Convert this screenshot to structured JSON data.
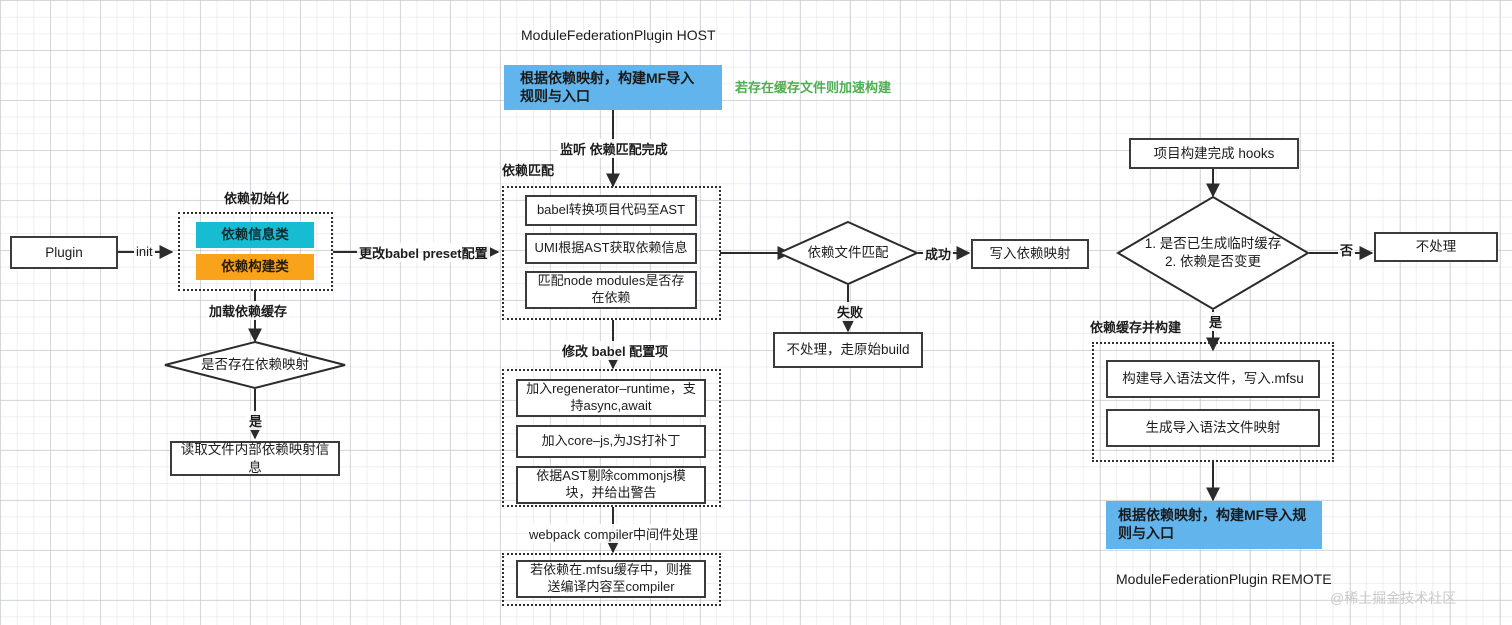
{
  "titles": {
    "host": "ModuleFederationPlugin   HOST",
    "remote": "ModuleFederationPlugin   REMOTE"
  },
  "watermark": "@稀土掘金技术社区",
  "notes": {
    "cache_speedup": "若存在缓存文件则加速构建"
  },
  "groups": {
    "dep_init": {
      "label": "依赖初始化"
    },
    "dep_match": {
      "label": "依赖匹配"
    },
    "babel_cfg": {
      "label": ""
    },
    "webpack_mid": {
      "label": ""
    },
    "dep_cache_build": {
      "label": "依赖缓存并构建"
    }
  },
  "nodes": {
    "plugin": "Plugin",
    "dep_info_class": "依赖信息类",
    "dep_build_class": "依赖构建类",
    "has_dep_map": "是否存在依赖映射",
    "read_dep_map": "读取文件内部依赖映射信息",
    "mf_host_box": "根据依赖映射，构建MF导入规则与入口",
    "babel_ast": "babel转换项目代码至AST",
    "umi_ast": "UMI根据AST获取依赖信息",
    "match_node_modules": "匹配node modules是否存在依赖",
    "regenerator": "加入regenerator–runtime，支持async,await",
    "core_js": "加入core–js,为JS打补丁",
    "strip_cjs": "依据AST剔除commonjs模块，并给出警告",
    "mfsu_push": "若依赖在.mfsu缓存中，则推送编译内容至compiler",
    "dep_file_match": "依赖文件匹配",
    "no_handle_build": "不处理，走原始build",
    "write_dep_map": "写入依赖映射",
    "build_hooks": "项目构建完成 hooks",
    "cache_decision": "1. 是否已生成临时缓存\n2. 依赖是否变更",
    "no_handle": "不处理",
    "build_import_file": "构建导入语法文件，写入.mfsu",
    "gen_import_map": "生成导入语法文件映射",
    "mf_remote_box": "根据依赖映射，构建MF导入规则与入口"
  },
  "edge_labels": {
    "init": "init",
    "change_babel_preset": "更改babel preset配置",
    "load_dep_cache": "加载依赖缓存",
    "yes_left": "是",
    "listen_match_done": "监听 依赖匹配完成",
    "modify_babel_cfg": "修改 babel 配置项",
    "webpack_compiler_mid": "webpack compiler中间件处理",
    "success": "成功",
    "fail": "失败",
    "no_right": "否",
    "yes_right": "是"
  },
  "colors": {
    "blue": "#62b5ec",
    "cyan": "#16bdd2",
    "orange": "#f9a31b",
    "green_note": "#4caf50",
    "stroke": "#3b3b3b"
  }
}
